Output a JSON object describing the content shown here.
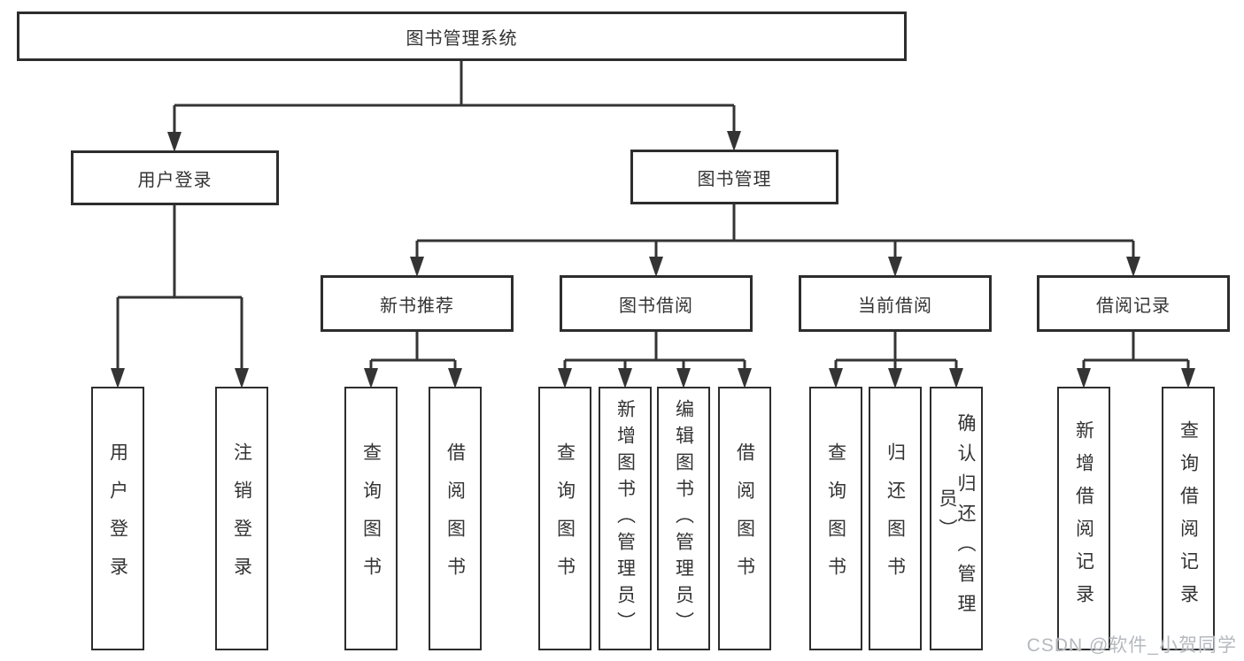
{
  "diagram": {
    "root": {
      "label": "图书管理系统"
    },
    "branches": [
      {
        "label": "用户登录",
        "children": [
          {
            "label": "用户登录"
          },
          {
            "label": "注销登录"
          }
        ]
      },
      {
        "label": "图书管理",
        "children": [
          {
            "label": "新书推荐",
            "children": [
              {
                "label": "查询图书"
              },
              {
                "label": "借阅图书"
              }
            ]
          },
          {
            "label": "图书借阅",
            "children": [
              {
                "label": "查询图书"
              },
              {
                "label": "新增图书（管理员）"
              },
              {
                "label": "编辑图书（管理员）"
              },
              {
                "label": "借阅图书"
              }
            ]
          },
          {
            "label": "当前借阅",
            "children": [
              {
                "label": "查询图书"
              },
              {
                "label": "归还图书"
              },
              {
                "label": "确认归还（管理员）"
              }
            ]
          },
          {
            "label": "借阅记录",
            "children": [
              {
                "label": "新增借阅记录"
              },
              {
                "label": "查询借阅记录"
              }
            ]
          }
        ]
      }
    ]
  },
  "colors": {
    "line": "#343434",
    "box_border": "#2d2d2d",
    "text": "#333333",
    "watermark": "#b5b9bf",
    "background": "#ffffff"
  },
  "watermark": {
    "text": "CSDN @软件_小贺同学"
  }
}
